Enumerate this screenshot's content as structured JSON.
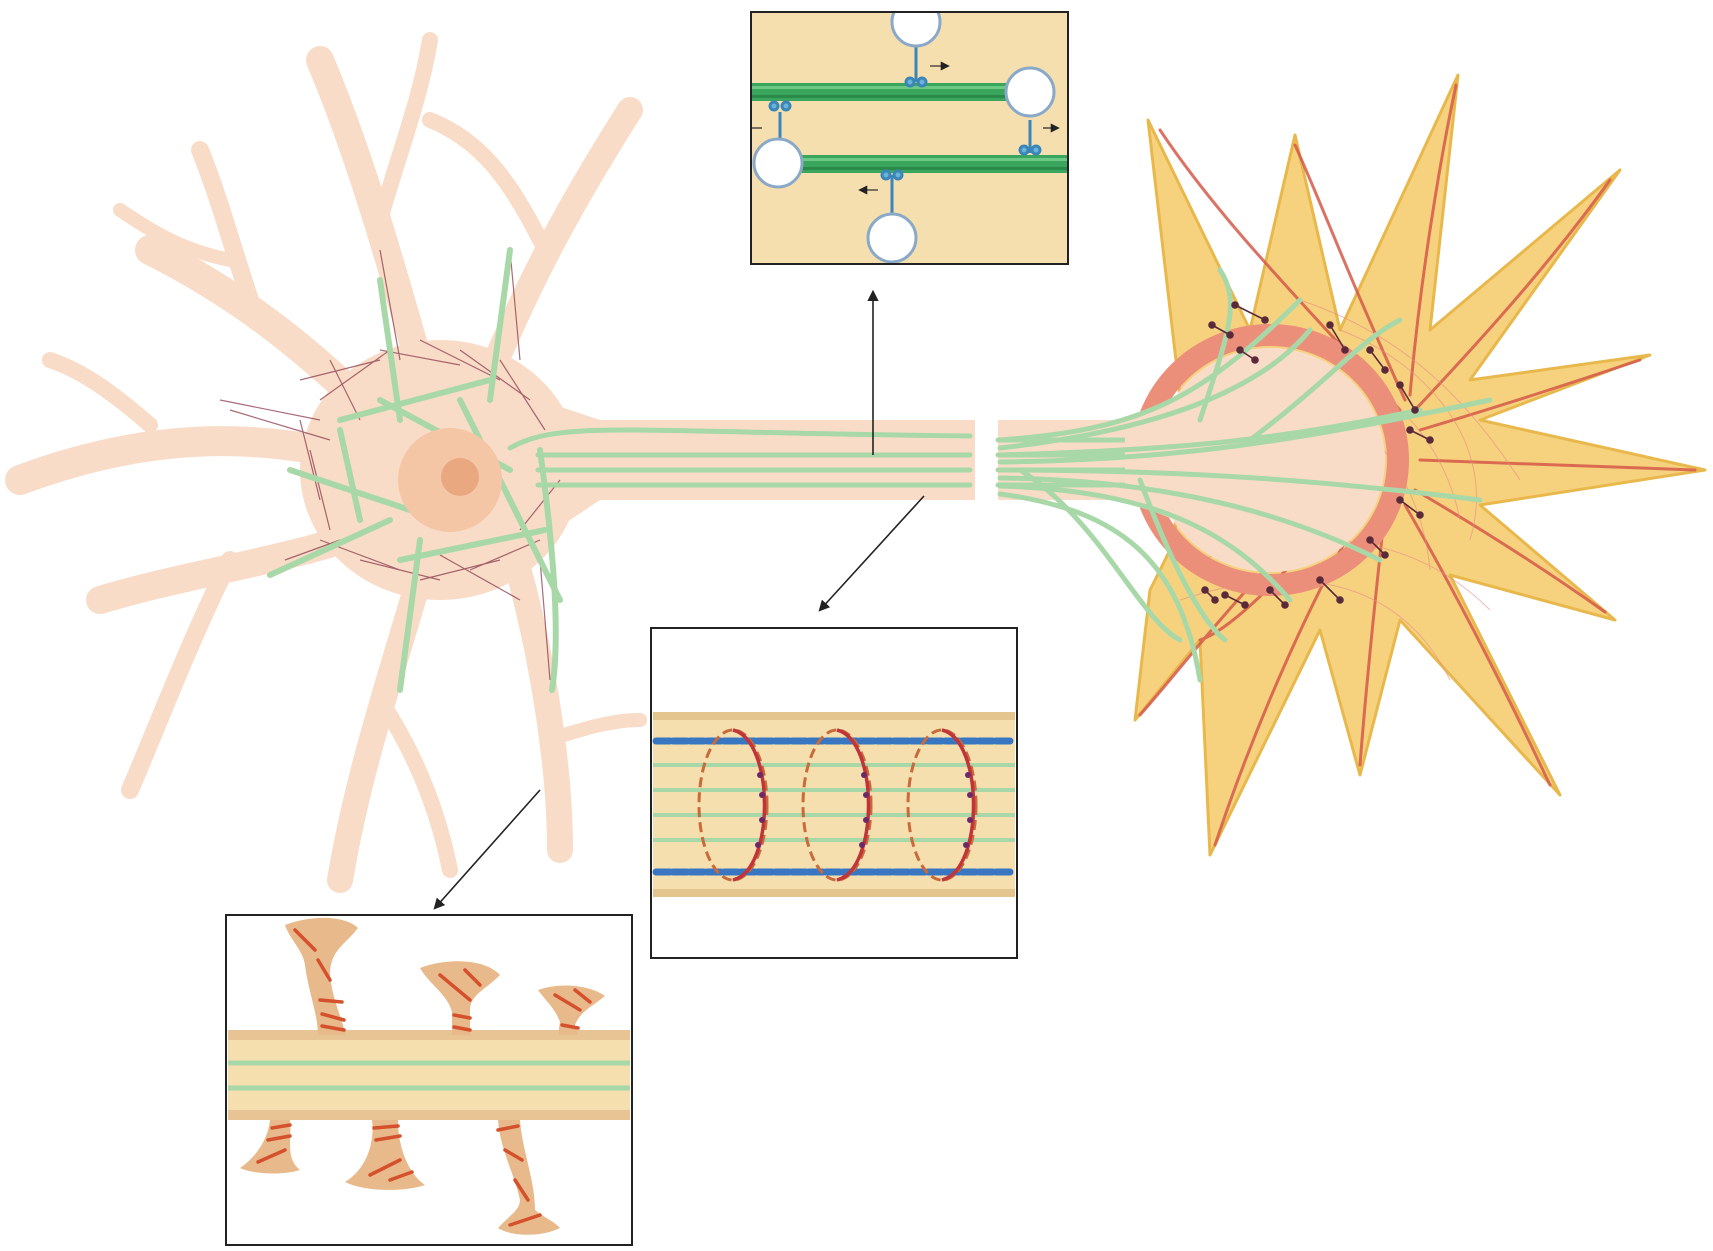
{
  "figure": {
    "neuron": {
      "parts": [
        "dendrites",
        "soma",
        "nucleus",
        "axon",
        "growth-cone"
      ],
      "dendrite_count": 8,
      "growth_cone_filopodia_count": 12
    },
    "insets": [
      {
        "id": "microtubule-transport",
        "vesicle_count": 4,
        "filament_count": 2
      },
      {
        "id": "axon-periodic-rings",
        "ring_count": 3
      },
      {
        "id": "dendritic-spines",
        "spine_count": 6
      }
    ],
    "colors": {
      "neuron_fill": "#f9dcc8",
      "nucleus_outer": "#f4c6a6",
      "nucleus_inner": "#eaa881",
      "microtubule": "#a8d8a8",
      "actin_filament": "#8b3a4a",
      "growth_cone_fill": "#f7d27e",
      "growth_cone_outline": "#e8b84c",
      "growth_cone_actin": "#d55a4a",
      "cortical_ring": "#ec8f7a",
      "inset_background": "#f5dfae",
      "filament_green": "#3aa55c",
      "spectrin_blue": "#3876c2",
      "ring_red": "#c0343a",
      "ring_orange": "#c86a3a",
      "spine_fill": "#e8b98a",
      "spine_actin": "#d5502c",
      "arrow": "#222222"
    }
  }
}
